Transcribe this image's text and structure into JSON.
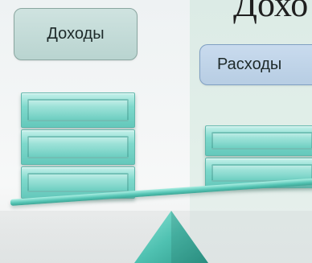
{
  "title": "Дохо",
  "labels": {
    "income": "Доходы",
    "expense": "Расходы"
  },
  "colors": {
    "block_fill": "#7ed9cc",
    "beam": "#54c4b4",
    "income_box": "#cfe3e0",
    "expense_box": "#c9dbee"
  }
}
